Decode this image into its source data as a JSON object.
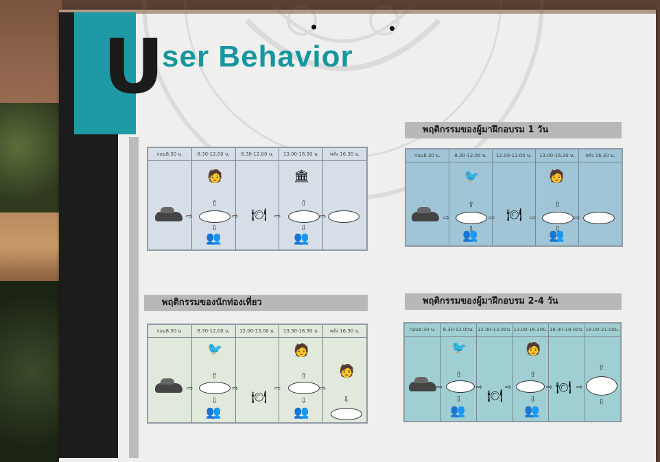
{
  "poster": {
    "title_initial": "U",
    "title_rest": "ser Behavior"
  },
  "sections": [
    {
      "heading": "",
      "time_slots": [
        "ก่อน8.30 น.",
        "8.30-12.00 น.",
        "8.30-12.00 น.",
        "13.00-18.30 น.",
        "หลัง 16.30 น."
      ],
      "color": "#d6dee8"
    },
    {
      "heading": "พฤติกรรมของผู้มาฝึกอบรม 1 วัน",
      "time_slots": [
        "ก่อน8.30 น.",
        "8.30-12.00 น.",
        "12.00-13.00 น.",
        "13.00-16.30 น.",
        "หลัง 16.30 น."
      ],
      "color": "#9fc5d6"
    },
    {
      "heading": "พฤติกรรมของนักท่องเที่ยว",
      "time_slots": [
        "ก่อน8.30 น.",
        "8.30-12.00 น.",
        "12.00-13.00 น.",
        "13.30-18.30 น.",
        "หลัง 16.30 น."
      ],
      "color": "#e1e8dc"
    },
    {
      "heading": "พฤติกรรมของผู้มาฝึกอบรม 2-4 วัน",
      "time_slots": [
        "ก่อน8.30 น.",
        "8.30-12.00น.",
        "12.00-13.00น.",
        "13.00-16.30น.",
        "16.30-18.00น.",
        "18.00-21.00น."
      ],
      "color": "#9fcfd2"
    }
  ]
}
